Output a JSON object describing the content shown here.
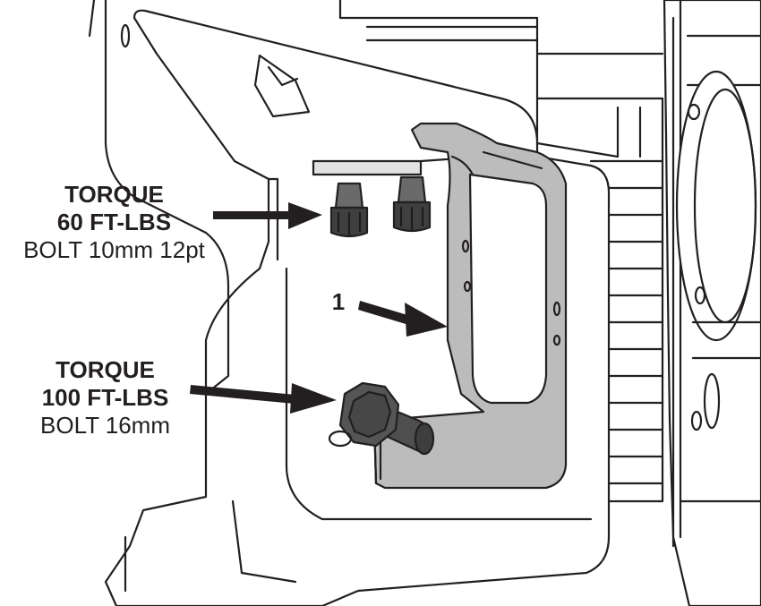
{
  "callouts": {
    "upper": {
      "line1": "TORQUE",
      "line2": "60 FT-LBS",
      "line3": "BOLT 10mm 12pt"
    },
    "part": {
      "number": "1"
    },
    "lower": {
      "line1": "TORQUE",
      "line2": "100 FT-LBS",
      "line3": "BOLT 16mm"
    }
  },
  "colors": {
    "line": "#231f20",
    "bracket": "#bcbcbc",
    "bolt": "#5a5a5a",
    "background": "#ffffff"
  }
}
